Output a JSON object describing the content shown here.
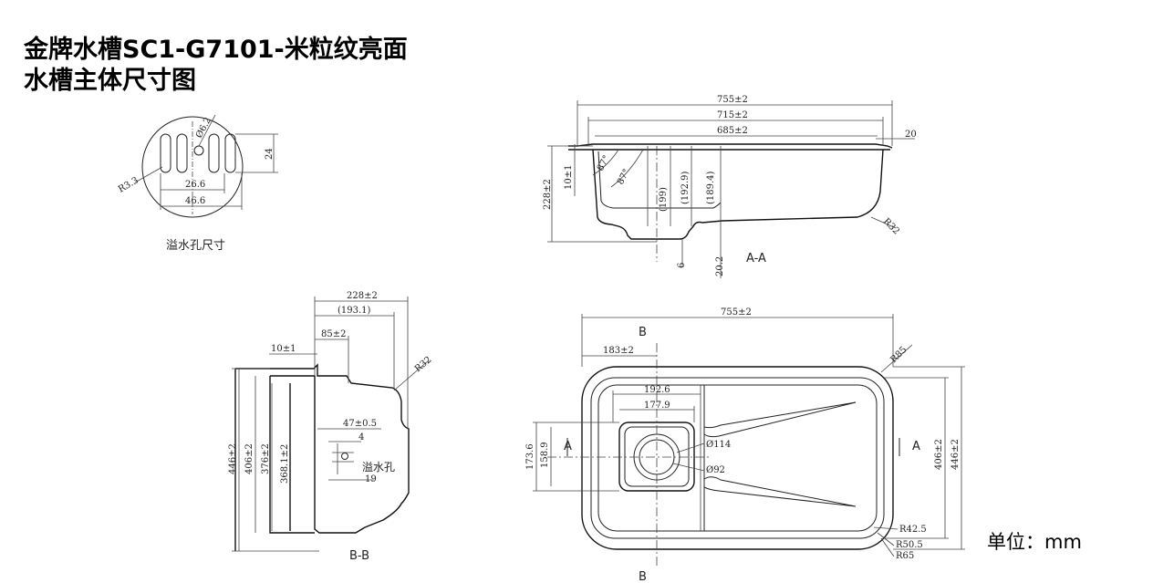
{
  "title": {
    "line1": "金牌水槽SC1-G7101-米粒纹亮面",
    "line2": "水槽主体尺寸图"
  },
  "unit_label": "单位：mm",
  "overflow_detail": {
    "label": "溢水孔尺寸",
    "dims": {
      "hole": "Ø6.2",
      "height": "24",
      "radius": "R3.3",
      "inner": "26.6",
      "outer": "46.6"
    }
  },
  "section_aa": {
    "label": "A-A",
    "dims": {
      "w755": "755±2",
      "w715": "715±2",
      "w685": "685±2",
      "d20": "20",
      "h228": "228±2",
      "h10": "10±1",
      "a87a": "87°",
      "a87b": "87°",
      "h199": "(199)",
      "h192": "(192.9)",
      "h189": "(189.4)",
      "d6": "6",
      "d20_2": "20.2",
      "r32": "R32"
    }
  },
  "section_bb": {
    "label": "B-B",
    "dims": {
      "w228": "228±2",
      "w193": "(193.1)",
      "w85": "85±2",
      "w10": "10±1",
      "r32": "R32",
      "h446": "446±2",
      "h406": "406±2",
      "h376": "376±2",
      "h368": "368.1±2",
      "d47": "47±0.5",
      "d4": "4",
      "d19": "19",
      "overflow": "溢水孔"
    }
  },
  "plan_view": {
    "cut_b_top": "B",
    "cut_b_bottom": "B",
    "cut_a_left": "A",
    "cut_a_right": "A",
    "dims": {
      "w755": "755±2",
      "w183": "183±2",
      "w192": "192.6",
      "w177": "177.9",
      "h173": "173.6",
      "h158": "158.9",
      "d114": "Ø114",
      "d92": "Ø92",
      "r85": "R85",
      "h406": "406±2",
      "h446": "446±2",
      "r42": "R42.5",
      "r50": "R50.5",
      "r65": "R65"
    }
  }
}
